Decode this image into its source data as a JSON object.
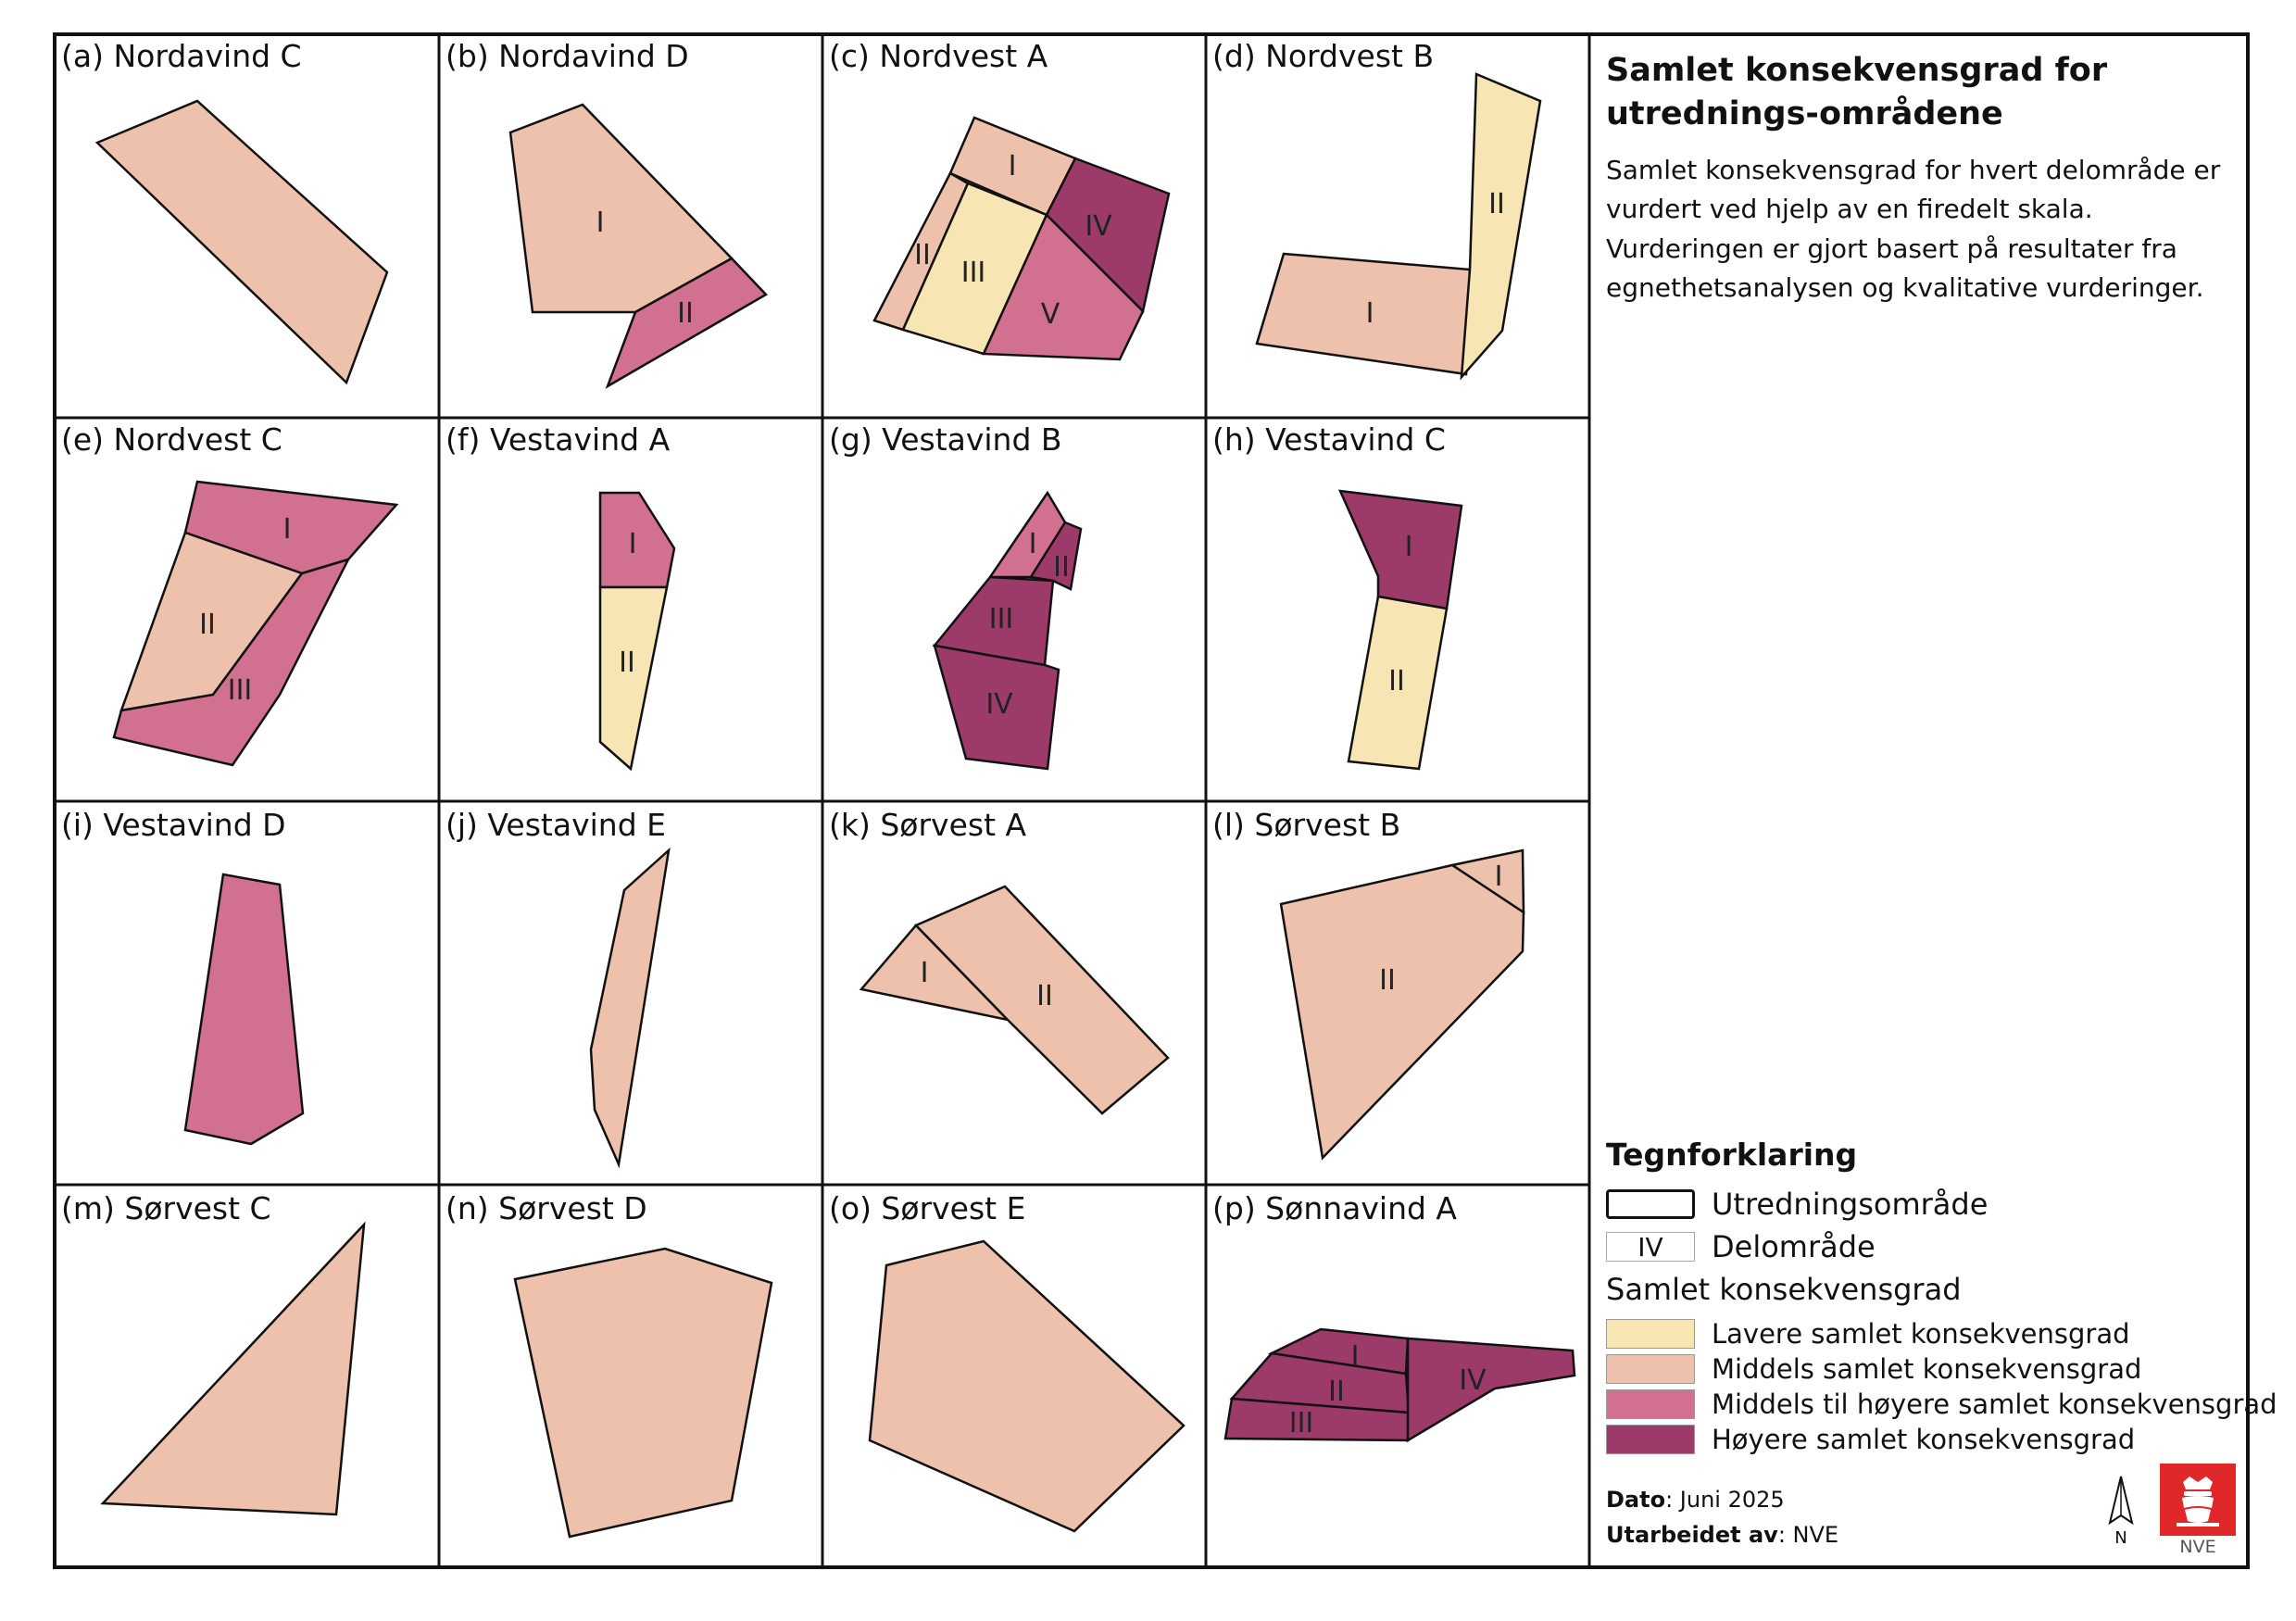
{
  "panels": [
    {
      "label": "(a) Nordavind C"
    },
    {
      "label": "(b) Nordavind D"
    },
    {
      "label": "(c) Nordvest A"
    },
    {
      "label": "(d) Nordvest B"
    },
    {
      "label": "(e) Nordvest C"
    },
    {
      "label": "(f) Vestavind A"
    },
    {
      "label": "(g) Vestavind B"
    },
    {
      "label": "(h) Vestavind C"
    },
    {
      "label": "(i) Vestavind D"
    },
    {
      "label": "(j) Vestavind E"
    },
    {
      "label": "(k) Sørvest A"
    },
    {
      "label": "(l) Sørvest B"
    },
    {
      "label": "(m) Sørvest C"
    },
    {
      "label": "(n) Sørvest D"
    },
    {
      "label": "(o) Sørvest E"
    },
    {
      "label": "(p) Sønnavind A"
    }
  ],
  "subareas": {
    "b": [
      "I",
      "II"
    ],
    "c": [
      "I",
      "II",
      "III",
      "IV",
      "V"
    ],
    "d": [
      "I",
      "II"
    ],
    "e": [
      "I",
      "II",
      "III"
    ],
    "f": [
      "I",
      "II"
    ],
    "g": [
      "I",
      "II",
      "III",
      "IV"
    ],
    "h": [
      "I",
      "II"
    ],
    "k": [
      "I",
      "II"
    ],
    "l": [
      "I",
      "II"
    ],
    "p": [
      "I",
      "II",
      "III",
      "IV"
    ]
  },
  "sidebar": {
    "title": "Samlet konsekvensgrad for utrednings-områdene",
    "paragraph1": "Samlet konsekvensgrad for hvert delområde er vurdert ved hjelp av en firedelt skala.",
    "paragraph2": "Vurderingen er gjort basert på resultater fra egnethetsanalysen og kvalitative vurderinger."
  },
  "legend": {
    "title": "Tegnforklaring",
    "area_label": "Utredningsområde",
    "subarea_symbol": "IV",
    "subarea_label": "Delområde",
    "class_heading": "Samlet konsekvensgrad",
    "classes": [
      {
        "label": "Lavere samlet konsekvensgrad",
        "color": "#f7e6b3"
      },
      {
        "label": "Middels samlet konsekvensgrad",
        "color": "#edc1ab"
      },
      {
        "label": "Middels til høyere samlet konsekvensgrad",
        "color": "#d1718f"
      },
      {
        "label": "Høyere samlet konsekvensgrad",
        "color": "#9c3a6a"
      }
    ]
  },
  "meta": {
    "date_label": "Dato",
    "date_value": ": Juni 2025",
    "author_label": "Utarbeidet av",
    "author_value": ": NVE"
  },
  "north_arrow_label": "N",
  "logo_text": "NVE"
}
